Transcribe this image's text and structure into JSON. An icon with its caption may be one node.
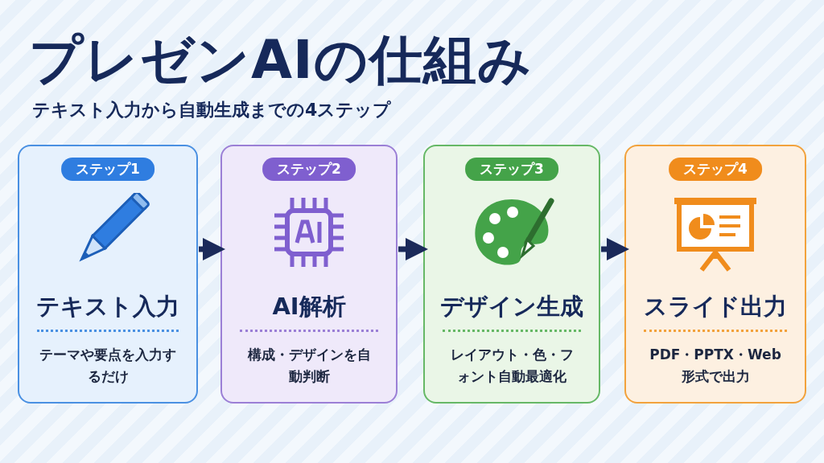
{
  "diagram": {
    "title": "プレゼンAIの仕組み",
    "nodes": [
      {
        "text": [
          "テキスト入力",
          "テーマや要点を入力するだけ"
        ]
      },
      {
        "text": [
          "ステップ1"
        ],
        "in": 0
      },
      {
        "text": [
          "AI解析",
          "構成・デザインを自動判断"
        ]
      },
      {
        "text": [
          "ステップ2"
        ],
        "in": 2
      },
      {
        "text": [
          "デザイン生成",
          "レイアウト・色・フォント自動最適化"
        ]
      },
      {
        "text": [
          "ステップ3"
        ],
        "in": 4
      },
      {
        "text": [
          "スライド出力",
          "PDF・PPTX・Web形式で出力"
        ]
      },
      {
        "text": [
          "ステップ4"
        ],
        "in": 6
      }
    ],
    "edges": [
      {
        "from": 0,
        "to": 2,
        "arrow": "to"
      },
      {
        "from": 2,
        "to": 4,
        "arrow": "to"
      },
      {
        "from": 4,
        "to": 6,
        "arrow": "to"
      }
    ],
    "labels": [
      "テキスト入力から自動生成までの4ステップ"
    ]
  }
}
